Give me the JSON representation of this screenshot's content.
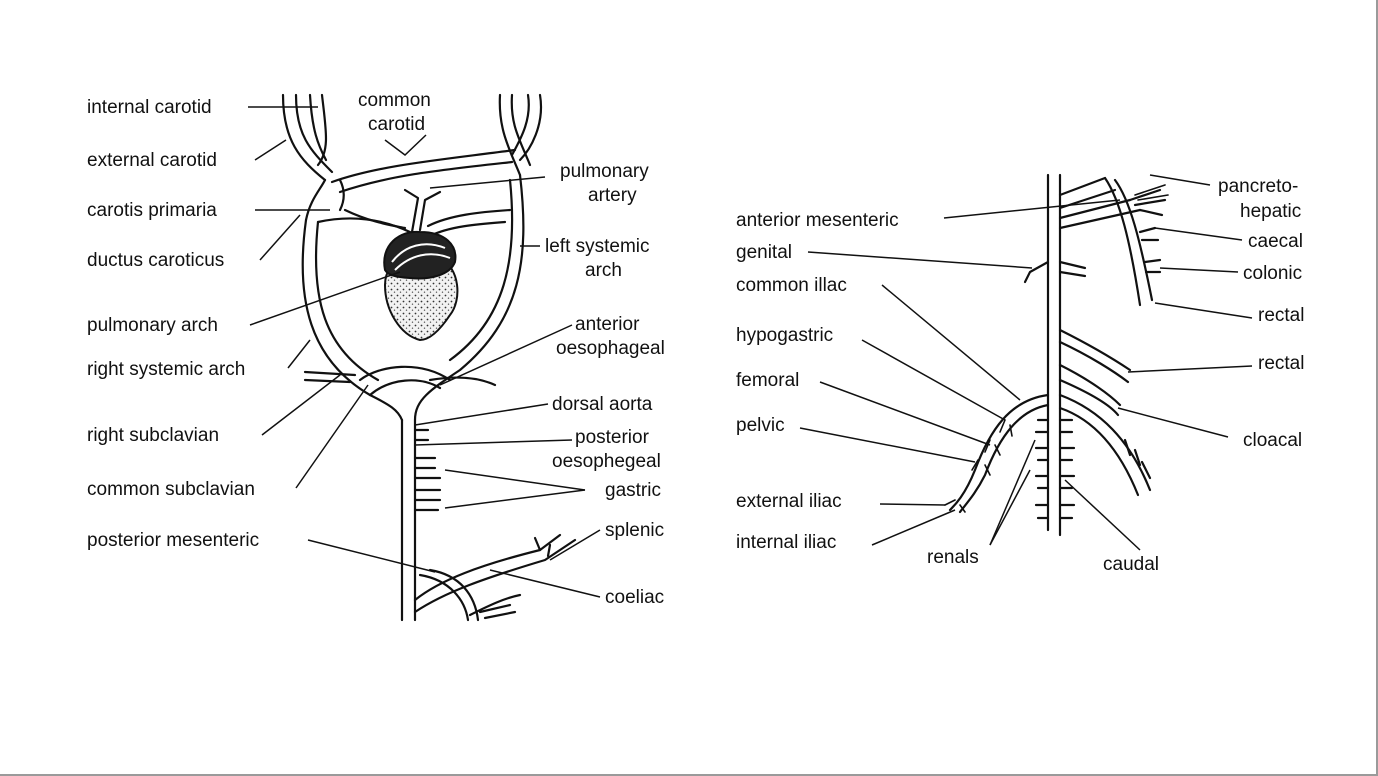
{
  "left_diagram": {
    "internal_carotid": "internal carotid",
    "external_carotid": "external carotid",
    "carotis_primaria": "carotis primaria",
    "ductus_caroticus": "ductus caroticus",
    "pulmonary_arch": "pulmonary arch",
    "right_systemic_arch": "right systemic arch",
    "right_subclavian": "right subclavian",
    "common_subclavian": "common subclavian",
    "posterior_mesenteric": "posterior mesenteric",
    "common_carotid_1": "common",
    "common_carotid_2": "carotid",
    "pulmonary_artery_1": "pulmonary",
    "pulmonary_artery_2": "artery",
    "left_systemic_arch_1": "left systemic",
    "left_systemic_arch_2": "arch",
    "anterior_oesophageal_1": "anterior",
    "anterior_oesophageal_2": "oesophageal",
    "dorsal_aorta": "dorsal aorta",
    "posterior_oesophageal_1": "posterior",
    "posterior_oesophageal_2": "oesophegeal",
    "gastric": "gastric",
    "splenic": "splenic",
    "coeliac": "coeliac"
  },
  "right_diagram": {
    "anterior_mesenteric": "anterior mesenteric",
    "genital": "genital",
    "common_iliac": "common illac",
    "hypogastric": "hypogastric",
    "femoral": "femoral",
    "pelvic": "pelvic",
    "external_iliac": "external iliac",
    "internal_iliac": "internal iliac",
    "renals": "renals",
    "caudal": "caudal",
    "pancreato_hepatic_1": "pancreto-",
    "pancreato_hepatic_2": "hepatic",
    "caecal": "caecal",
    "colonic": "colonic",
    "rectal_1": "rectal",
    "rectal_2": "rectal",
    "cloacal": "cloacal"
  }
}
